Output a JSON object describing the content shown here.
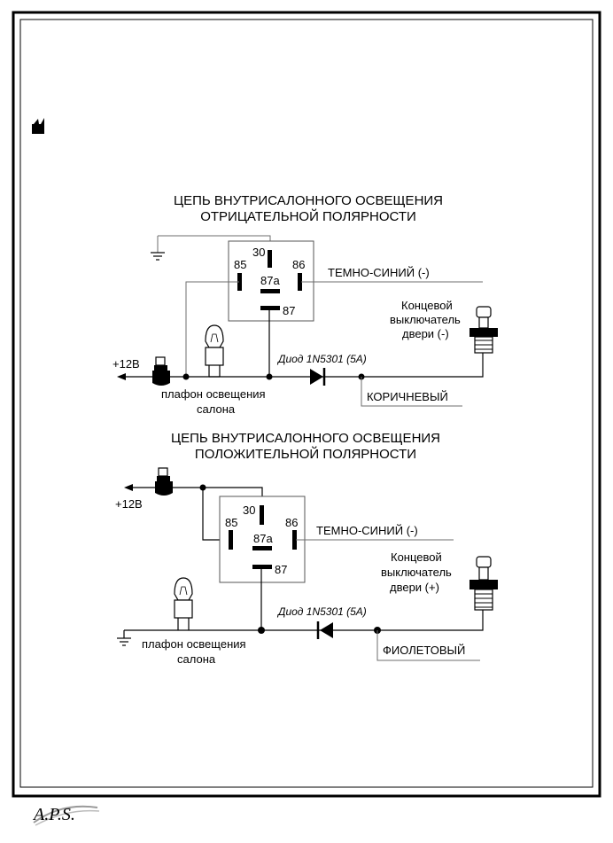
{
  "logo_text": "A.P.S.",
  "diagram_top": {
    "title_line1": "ЦЕПЬ ВНУТРИСАЛОННОГО ОСВЕЩЕНИЯ",
    "title_line2": "ОТРИЦАТЕЛЬНОЙ ПОЛЯРНОСТИ",
    "pin_30": "30",
    "pin_85": "85",
    "pin_86": "86",
    "pin_87a": "87a",
    "pin_87": "87",
    "wire_dark_blue": "ТЕМНО-СИНИЙ (-)",
    "switch_line1": "Концевой",
    "switch_line2": "выключатель",
    "switch_line3": "двери (-)",
    "diode_label": "Диод 1N5301 (5A)",
    "plus12": "+12В",
    "lamp_line1": "плафон освещения",
    "lamp_line2": "салона",
    "wire_brown": "КОРИЧНЕВЫЙ"
  },
  "diagram_bottom": {
    "title_line1": "ЦЕПЬ ВНУТРИСАЛОННОГО ОСВЕЩЕНИЯ",
    "title_line2": "ПОЛОЖИТЕЛЬНОЙ ПОЛЯРНОСТИ",
    "plus12": "+12В",
    "pin_30": "30",
    "pin_85": "85",
    "pin_86": "86",
    "pin_87a": "87a",
    "pin_87": "87",
    "wire_dark_blue": "ТЕМНО-СИНИЙ (-)",
    "switch_line1": "Концевой",
    "switch_line2": "выключатель",
    "switch_line3": "двери (+)",
    "diode_label": "Диод 1N5301 (5A)",
    "lamp_line1": "плафон освещения",
    "lamp_line2": "салона",
    "wire_violet": "ФИОЛЕТОВЫЙ"
  }
}
